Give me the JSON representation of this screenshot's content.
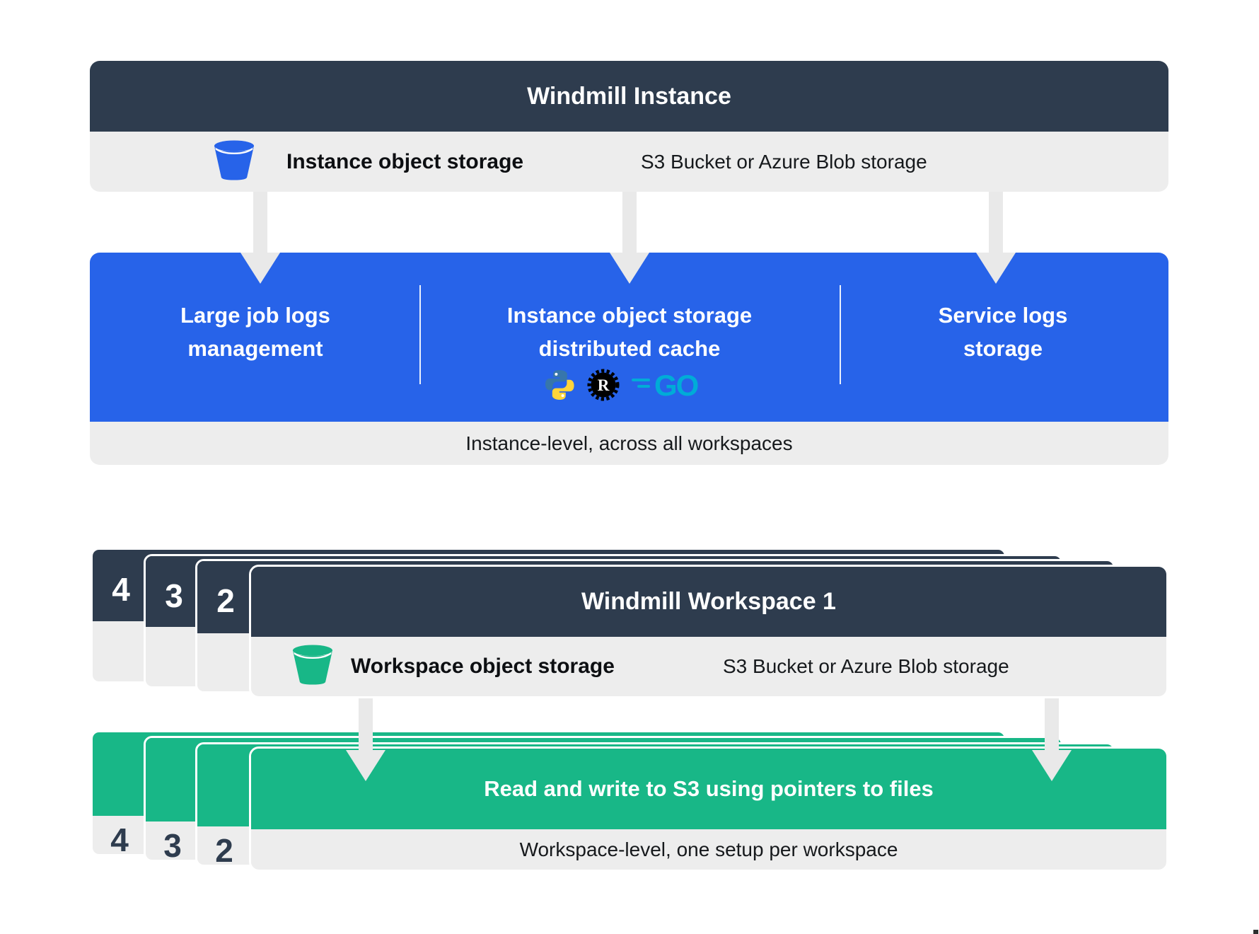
{
  "colors": {
    "dark_slate": "#2e3c4e",
    "blue": "#2763e9",
    "green": "#18b787",
    "bar_gray": "#ededed",
    "arrow_gray": "#e9e9e9",
    "python_blue": "#3776ab",
    "python_yellow": "#ffd43b",
    "rust_black": "#000000",
    "go_teal": "#00acd7"
  },
  "instance": {
    "title": "Windmill Instance",
    "storage": {
      "label": "Instance object storage",
      "detail": "S3 Bucket or Azure Blob storage"
    },
    "features": [
      {
        "line1": "Large job logs",
        "line2": "management"
      },
      {
        "line1": "Instance object storage",
        "line2": "distributed cache"
      },
      {
        "line1": "Service logs",
        "line2": "storage"
      }
    ],
    "caption": "Instance-level, across all workspaces"
  },
  "workspace": {
    "stack_numbers": [
      "4",
      "3",
      "2"
    ],
    "title": "Windmill Workspace 1",
    "storage": {
      "label": "Workspace object storage",
      "detail": "S3 Bucket or Azure Blob storage"
    },
    "action": "Read and write to S3 using pointers to files",
    "caption": "Workspace-level, one setup per workspace"
  },
  "icons": {
    "python": "python-logo",
    "rust": "rust-logo",
    "go": "go-logo",
    "rust_letter": "R",
    "go_text": "GO"
  }
}
